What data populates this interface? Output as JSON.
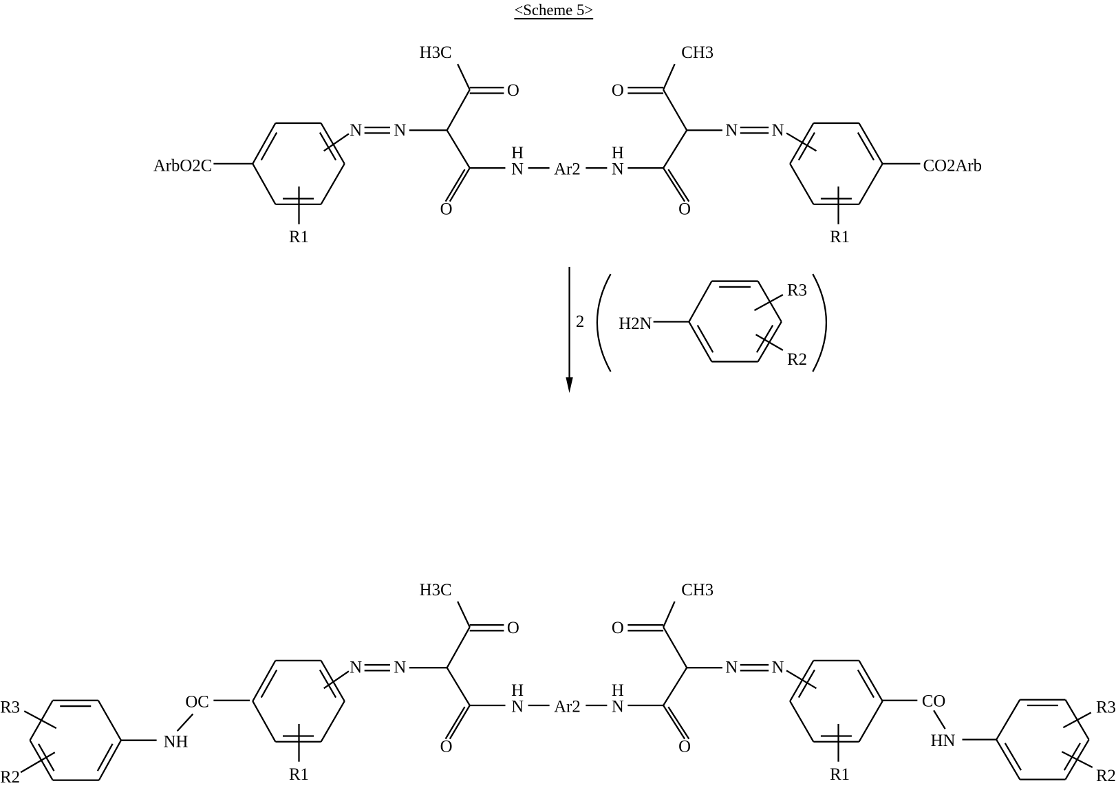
{
  "title": "<Scheme 5>",
  "reactant": {
    "left_ester": "ArbO2C",
    "right_ester": "CO2Arb",
    "methyl_left": "H3C",
    "methyl_right": "CH3",
    "oxygen": "O",
    "nitrogen": "N",
    "amide_h": "H",
    "linker": "Ar2",
    "r1": "R1"
  },
  "reagent": {
    "coefficient": "2",
    "amine": "H2N",
    "r3": "R3",
    "r2": "R2"
  },
  "product": {
    "left_amide_co": "OC",
    "left_amide_nh": "NH",
    "right_amide_co": "CO",
    "right_amide_nh": "HN",
    "methyl_left": "H3C",
    "methyl_right": "CH3",
    "oxygen": "O",
    "nitrogen": "N",
    "amide_h": "H",
    "linker": "Ar2",
    "r1": "R1",
    "r2": "R2",
    "r3": "R3"
  }
}
